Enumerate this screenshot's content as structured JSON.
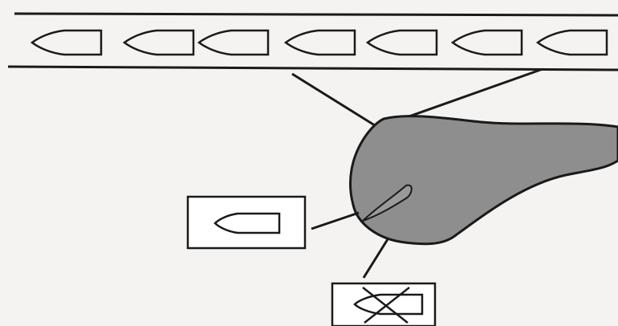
{
  "colors": {
    "background": "#f4f3f1",
    "ink": "#1a1a1a",
    "shaded_region": "#8e8e8e",
    "box_fill": "#ffffff"
  },
  "diagram": {
    "conveyor": {
      "item_count_visible": 7,
      "item_shape": "bullet-shaped object pointing left"
    },
    "selector": {
      "shape": "shaded rounded body with inner groove"
    },
    "accepted_sample": {
      "marked_rejected": false
    },
    "rejected_sample": {
      "marked_rejected": true,
      "mark": "cross"
    }
  }
}
